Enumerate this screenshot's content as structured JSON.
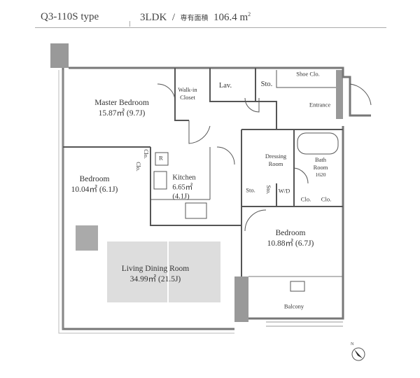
{
  "header": {
    "type_name": "Q3-110S type",
    "layout": "3LDK",
    "slash": "/",
    "area_label": "専有面積",
    "area_value": "106.4",
    "area_unit": "m",
    "area_sup": "2"
  },
  "rooms": {
    "master_bedroom": {
      "name": "Master Bedroom",
      "size": "15.87㎡ (9.7J)"
    },
    "walk_in_closet": {
      "line1": "Walk-in",
      "line2": "Closet"
    },
    "lav": "Lav.",
    "sto_top": "Sto.",
    "shoe_clo": "Shoe Clo.",
    "entrance": "Entrance",
    "dressing_room": {
      "line1": "Dressing",
      "line2": "Room"
    },
    "bath_room": {
      "line1": "Bath",
      "line2": "Room",
      "size": "1620"
    },
    "bedroom_left": {
      "name": "Bedroom",
      "size": "10.04㎡ (6.1J)"
    },
    "refrigerator": "R",
    "clo_left_1": "Clo.",
    "clo_left_2": "Clo.",
    "kitchen": {
      "name": "Kitchen",
      "size": "6.65㎡",
      "jo": "(4.1J)"
    },
    "sto_mid": "Sto.",
    "sto_vertical": "Sto.",
    "wd": "W/D",
    "clo_right_1": "Clo.",
    "clo_right_2": "Clo.",
    "bedroom_right": {
      "name": "Bedroom",
      "size": "10.88㎡ (6.7J)"
    },
    "living": {
      "name": "Living Dining Room",
      "size": "34.99㎡ (21.5J)"
    },
    "balcony": "Balcony"
  },
  "compass": {
    "label": "N"
  }
}
